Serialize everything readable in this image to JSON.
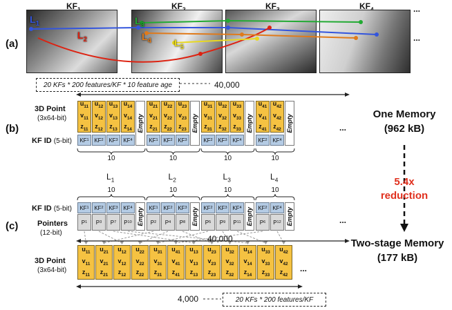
{
  "labels": {
    "a": "(a)",
    "b": "(b)",
    "c": "(c)"
  },
  "keyframes": [
    "KF1",
    "KF2",
    "KF3",
    "KF4"
  ],
  "kf_parts": [
    [
      "KF",
      "1"
    ],
    [
      "KF",
      "2"
    ],
    [
      "KF",
      "3"
    ],
    [
      "KF",
      "4"
    ]
  ],
  "lines": [
    {
      "name": "L1",
      "base": "L",
      "sub": "1",
      "color": "#3355dd"
    },
    {
      "name": "L2",
      "base": "L",
      "sub": "2",
      "color": "#dd2211"
    },
    {
      "name": "L3",
      "base": "L",
      "sub": "3",
      "color": "#22aa33"
    },
    {
      "name": "L4",
      "base": "L",
      "sub": "4",
      "color": "#e07a1a"
    },
    {
      "name": "L5",
      "base": "L",
      "sub": "5",
      "color": "#e8d820"
    }
  ],
  "ellipsis": "...",
  "top_note": "20 KFs * 200 features/KF * 10 feature age",
  "top_count": "40,000",
  "row_3d_label": "3D Point",
  "row_3d_sub": "(3x64-bit)",
  "row_kf_label": "KF ID",
  "row_kf_sub": "(5-bit)",
  "row_ptr_label": "Pointers",
  "row_ptr_sub": "(12-bit)",
  "empty": "Empty",
  "ten": "10",
  "one_memory": "One Memory",
  "one_memory_size": "(962 kB)",
  "reduction_value": "5.4x",
  "reduction_word": "reduction",
  "two_stage": "Two-stage Memory",
  "two_stage_size": "(177 kB)",
  "mid_count": "40,000",
  "bottom_count": "4,000",
  "bottom_note": "20 KFs * 200 features/KF",
  "L_labels": [
    [
      "L",
      "1"
    ],
    [
      "L",
      "2"
    ],
    [
      "L",
      "3"
    ],
    [
      "L",
      "4"
    ]
  ],
  "one_mem_groups": [
    {
      "cols": [
        [
          "11",
          "KF",
          "1"
        ],
        [
          "12",
          "KF",
          "2"
        ],
        [
          "13",
          "KF",
          "3"
        ],
        [
          "14",
          "KF",
          "4"
        ]
      ]
    },
    {
      "cols": [
        [
          "21",
          "KF",
          "1"
        ],
        [
          "22",
          "KF",
          "2"
        ],
        [
          "23",
          "KF",
          "3"
        ]
      ]
    },
    {
      "cols": [
        [
          "31",
          "KF",
          "2"
        ],
        [
          "32",
          "KF",
          "3"
        ],
        [
          "33",
          "KF",
          "4"
        ]
      ]
    },
    {
      "cols": [
        [
          "41",
          "KF",
          "2"
        ],
        [
          "42",
          "KF",
          "4"
        ]
      ]
    }
  ],
  "two_stage_groups": [
    {
      "kf": [
        "1",
        "2",
        "3",
        "4"
      ],
      "p": [
        "1",
        "3",
        "7",
        "10"
      ]
    },
    {
      "kf": [
        "1",
        "2",
        "3"
      ],
      "p": [
        "2",
        "4",
        "8"
      ]
    },
    {
      "kf": [
        "2",
        "3",
        "4"
      ],
      "p": [
        "5",
        "9",
        "11"
      ]
    },
    {
      "kf": [
        "2",
        "4"
      ],
      "p": [
        "6",
        "12"
      ]
    }
  ],
  "two_stage_points": [
    "11",
    "21",
    "12",
    "22",
    "31",
    "41",
    "13",
    "23",
    "32",
    "14",
    "33",
    "42"
  ]
}
